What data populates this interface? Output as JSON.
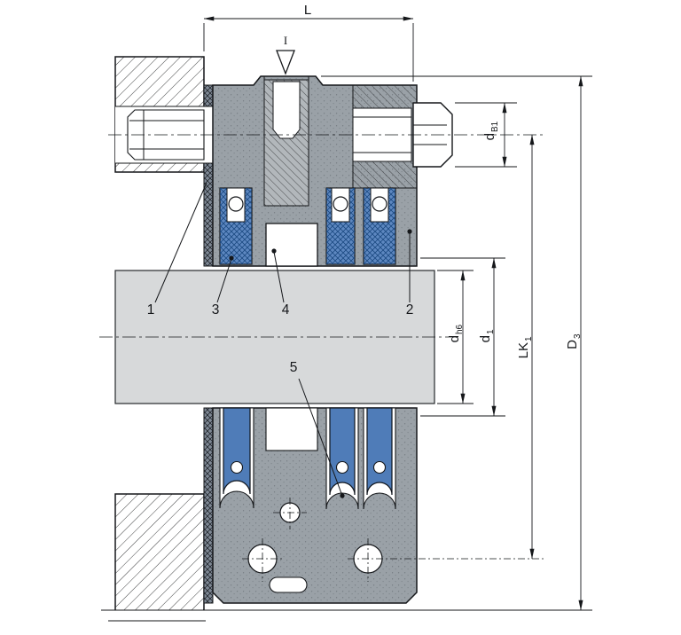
{
  "labels": {
    "dim_L": {
      "main": "L",
      "sub": ""
    },
    "dim_dB1": {
      "main": "d",
      "sub": "B1"
    },
    "dim_dh6": {
      "main": "d",
      "sub": "h6"
    },
    "dim_d1": {
      "main": "d",
      "sub": "1"
    },
    "dim_LK1": {
      "main": "LK",
      "sub": "1"
    },
    "dim_D3": {
      "main": "D",
      "sub": "3"
    },
    "force_mark": "I",
    "callout_1": "1",
    "callout_2": "2",
    "callout_3": "3",
    "callout_4": "4",
    "callout_5": "5"
  },
  "colors": {
    "body_gray": "#9aa1a7",
    "shaft_gray": "#d7d9da",
    "seal_blue": "#5d87c0",
    "pin_blue": "#4f7cb8",
    "gasket_slate": "#7e8894",
    "screw_gray": "#b2b7bb",
    "line_black": "#15171a",
    "white": "#ffffff"
  }
}
